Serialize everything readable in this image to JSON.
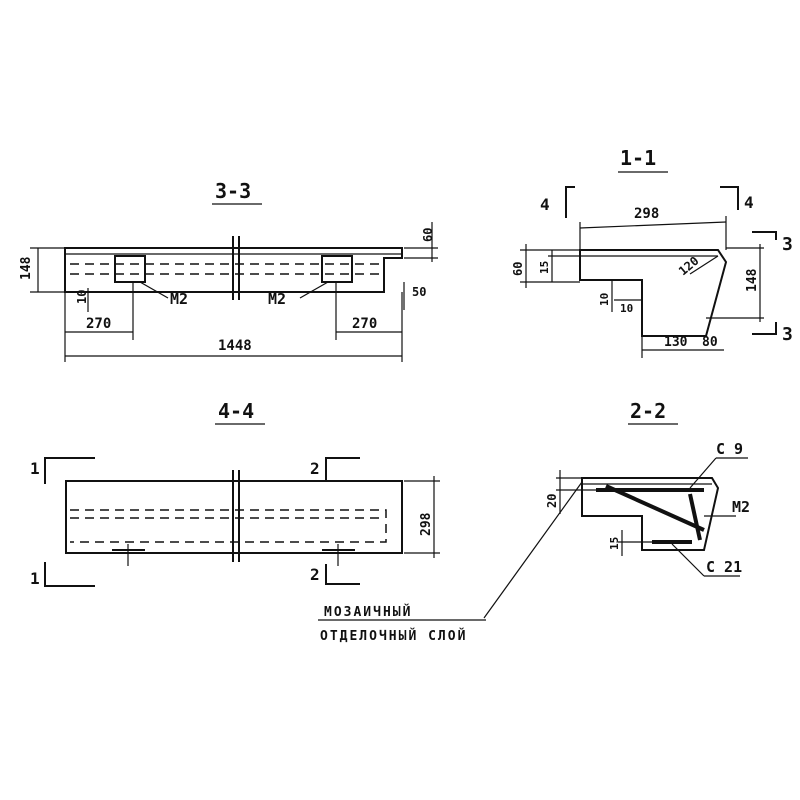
{
  "section_3_3": {
    "title": "3-3",
    "dim_height": "148",
    "dim_top": "60",
    "dim_small": "10",
    "dim_side": "50",
    "dim_left": "270",
    "dim_right": "270",
    "dim_total": "1448",
    "label_m2_left": "M2",
    "label_m2_right": "M2"
  },
  "section_1_1": {
    "title": "1-1",
    "mark_left": "4",
    "mark_right": "4",
    "mark_top_right": "3",
    "mark_bottom_right": "3",
    "dim_width": "298",
    "dim_slope": "120",
    "dim_top": "60",
    "dim_inner": "15",
    "dim_height": "148",
    "dim_small_a": "10",
    "dim_small_b": "10",
    "dim_bottom": "130",
    "dim_bottom_tail": "80"
  },
  "section_4_4": {
    "title": "4-4",
    "mark_left_top": "1",
    "mark_left_bottom": "1",
    "mark_right_top": "2",
    "mark_right_bottom": "2",
    "dim_height": "298"
  },
  "section_2_2": {
    "title": "2-2",
    "label_c9": "C 9",
    "label_m2": "M2",
    "label_c21": "C 21",
    "dim_top": "20",
    "dim_bottom": "15"
  },
  "note": {
    "line1": "МОЗАИЧНЫЙ",
    "line2": "ОТДЕЛОЧНЫЙ СЛОЙ"
  }
}
